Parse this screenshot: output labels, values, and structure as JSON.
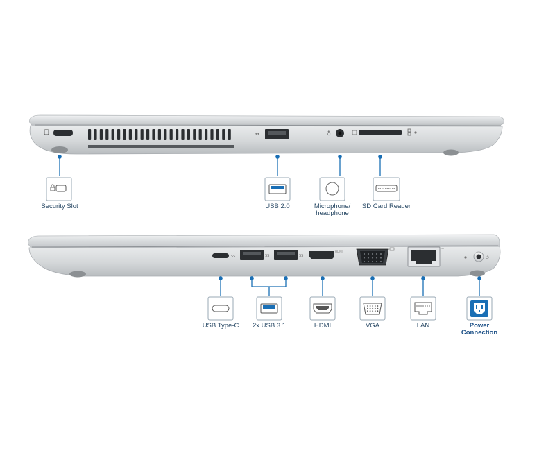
{
  "colors": {
    "accent": "#1a6fb5",
    "icon_box_border": "#9aa8b4",
    "power_fill": "#1a6fb5",
    "chassis_light": "#e6e8ea",
    "chassis_mid": "#cfd2d5",
    "chassis_dark": "#a9adb1",
    "port_dark": "#2b2e31"
  },
  "left_side": {
    "ports": [
      {
        "id": "security",
        "label": "Security Slot",
        "icon": "lock-slot-icon"
      },
      {
        "id": "usb2",
        "label": "USB 2.0",
        "icon": "usb-icon"
      },
      {
        "id": "audio",
        "label": "Microphone/\nheadphone",
        "label_lines": [
          "Microphone/",
          "headphone"
        ],
        "icon": "headphone-jack-icon"
      },
      {
        "id": "sd",
        "label": "SD Card Reader",
        "icon": "sd-card-icon"
      }
    ]
  },
  "right_side": {
    "ports": [
      {
        "id": "usbc",
        "label": "USB Type-C",
        "icon": "usb-c-icon"
      },
      {
        "id": "usb31",
        "label": "2x USB 3.1",
        "icon": "usb-icon"
      },
      {
        "id": "hdmi",
        "label": "HDMI",
        "icon": "hdmi-icon"
      },
      {
        "id": "vga",
        "label": "VGA",
        "icon": "vga-icon"
      },
      {
        "id": "lan",
        "label": "LAN",
        "icon": "ethernet-icon"
      },
      {
        "id": "power",
        "label_lines": [
          "Power",
          "Connection"
        ],
        "icon": "power-plug-icon"
      }
    ]
  }
}
